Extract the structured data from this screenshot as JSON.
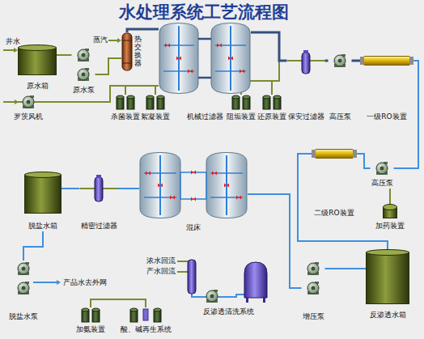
{
  "diagram": {
    "title": "水处理系统工艺流程图",
    "nodes": [
      {
        "text": [
          "原水箱"
        ]
      },
      {
        "text": [
          "原水泵"
        ]
      },
      {
        "text": [
          "罗茨风机"
        ]
      },
      {
        "text": [
          "热交换器"
        ]
      },
      {
        "text": [
          "杀菌装置"
        ]
      },
      {
        "text": [
          "絮凝装置"
        ]
      },
      {
        "text": [
          "机械过滤器"
        ]
      },
      {
        "text": [
          "阻垢装置"
        ]
      },
      {
        "text": [
          "还原装置"
        ]
      },
      {
        "text": [
          "保安过滤器"
        ]
      },
      {
        "text": [
          "高压泵"
        ]
      },
      {
        "text": [
          "一级RO装置"
        ]
      },
      {
        "text": [
          "高压泵"
        ]
      },
      {
        "text": [
          "二级RO装置"
        ]
      },
      {
        "text": [
          "加药装置"
        ]
      },
      {
        "text": [
          "脱盐水箱"
        ]
      },
      {
        "text": [
          "精密过滤器"
        ]
      },
      {
        "text": [
          "混床"
        ]
      },
      {
        "text": [
          "反渗透水箱"
        ]
      },
      {
        "text": [
          "增压泵"
        ]
      },
      {
        "text": [
          "反渗透清洗系统"
        ]
      },
      {
        "text": [
          "脱盐水泵"
        ]
      },
      {
        "text": [
          "加氨装置"
        ]
      },
      {
        "text": [
          "酸、碱再生系统"
        ]
      }
    ],
    "edges": [
      {
        "from": 0,
        "to": 1,
        "arrow": "none"
      },
      {
        "from": 1,
        "to": 3,
        "arrow": "none"
      },
      {
        "from": 3,
        "to": 6,
        "arrow": "none"
      },
      {
        "from": 2,
        "to": 6,
        "arrow": "none"
      },
      {
        "from": 6,
        "to": 9,
        "arrow": "none"
      },
      {
        "from": 9,
        "to": 10,
        "arrow": "none"
      },
      {
        "from": 10,
        "to": 11,
        "arrow": "none"
      },
      {
        "from": 11,
        "to": 12,
        "arrow": "none"
      },
      {
        "from": 12,
        "to": 13,
        "arrow": "none"
      },
      {
        "from": 14,
        "to": 12,
        "arrow": "none"
      },
      {
        "from": 13,
        "to": 18,
        "arrow": "none"
      },
      {
        "from": 18,
        "to": 19,
        "arrow": "none"
      },
      {
        "from": 19,
        "to": 17,
        "arrow": "none"
      },
      {
        "from": 17,
        "to": 16,
        "arrow": "none"
      },
      {
        "from": 16,
        "to": 15,
        "arrow": "none"
      },
      {
        "from": 15,
        "to": 21,
        "arrow": "none"
      }
    ],
    "labels": [
      "井水",
      "蒸汽",
      "浓水回流",
      "产水回流",
      "产品水去外网"
    ]
  }
}
